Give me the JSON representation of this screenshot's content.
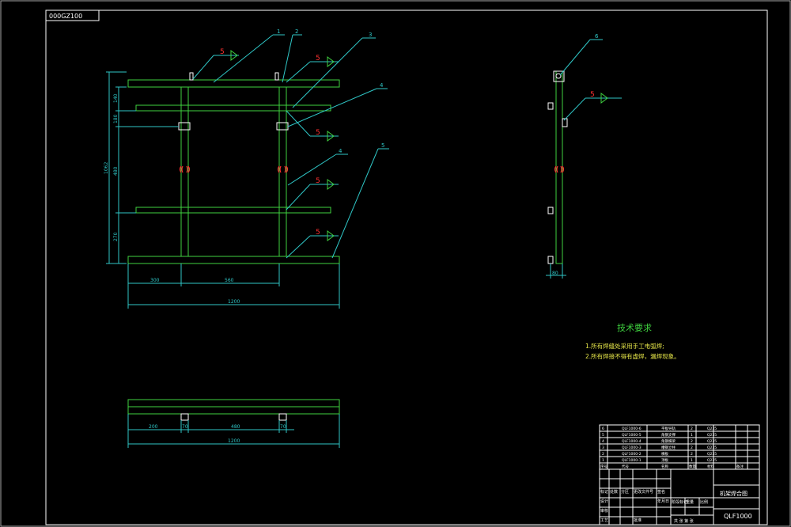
{
  "drawing_code": "000GZ100",
  "front_view": {
    "part_callouts": [
      "1",
      "2",
      "3",
      "4",
      "4",
      "5"
    ],
    "weld_symbol": "5",
    "vertical_dims": [
      "140",
      "180",
      "1062",
      "480",
      "270"
    ],
    "horizontal_dims": [
      "300",
      "560",
      "1200"
    ]
  },
  "side_view": {
    "part_callouts": [
      "6"
    ],
    "weld_symbol": "5",
    "width_dim": "80"
  },
  "top_view": {
    "dims": [
      "200",
      "70",
      "480",
      "70"
    ],
    "total_dim": "1200"
  },
  "tech_requirements": {
    "title": "技术要求",
    "items": [
      "1.所有焊缝处采用手工电弧焊;",
      "2.所有焊接不得有虚焊，漏焊现象。"
    ]
  },
  "parts_list": [
    {
      "no": "6",
      "code": "QLF1000-6",
      "name": "平板导轨",
      "qty": "2",
      "mat": "Q235"
    },
    {
      "no": "5",
      "code": "QLF1000-5",
      "name": "角钢支撑",
      "qty": "1",
      "mat": "Q235"
    },
    {
      "no": "4",
      "code": "QLF1000-4",
      "name": "角钢横梁",
      "qty": "2",
      "mat": "Q235"
    },
    {
      "no": "3",
      "code": "QLF1000-3",
      "name": "槽钢立柱",
      "qty": "2",
      "mat": "Q235"
    },
    {
      "no": "2",
      "code": "QLF1000-2",
      "name": "横板",
      "qty": "2",
      "mat": "Q235"
    },
    {
      "no": "1",
      "code": "QLF1000-1",
      "name": "顶板",
      "qty": "1",
      "mat": "Q235"
    }
  ],
  "title_block": {
    "drawing_name": "机架焊合图",
    "drawing_number": "QLF1000",
    "scale_label": "比例",
    "weight_label": "重量",
    "stage_label": "阶段标记",
    "sheets_label": "共 张 第 张",
    "designer_label": "设计",
    "review_label": "审核",
    "process_label": "工艺",
    "approve_label": "批准",
    "mark_label": "标记",
    "count_label": "处数",
    "zone_label": "分区",
    "doc_label": "更改文件号",
    "sign_label": "签名",
    "date_label": "年月日",
    "header_no": "序号",
    "header_code": "代号",
    "header_name": "名称",
    "header_qty": "数量",
    "header_mat": "材料",
    "header_note": "备注"
  },
  "colors": {
    "frame": "#3fd23f",
    "dimension": "#2fc6c6",
    "weld": "#ff3030",
    "text": "#ffffff"
  }
}
